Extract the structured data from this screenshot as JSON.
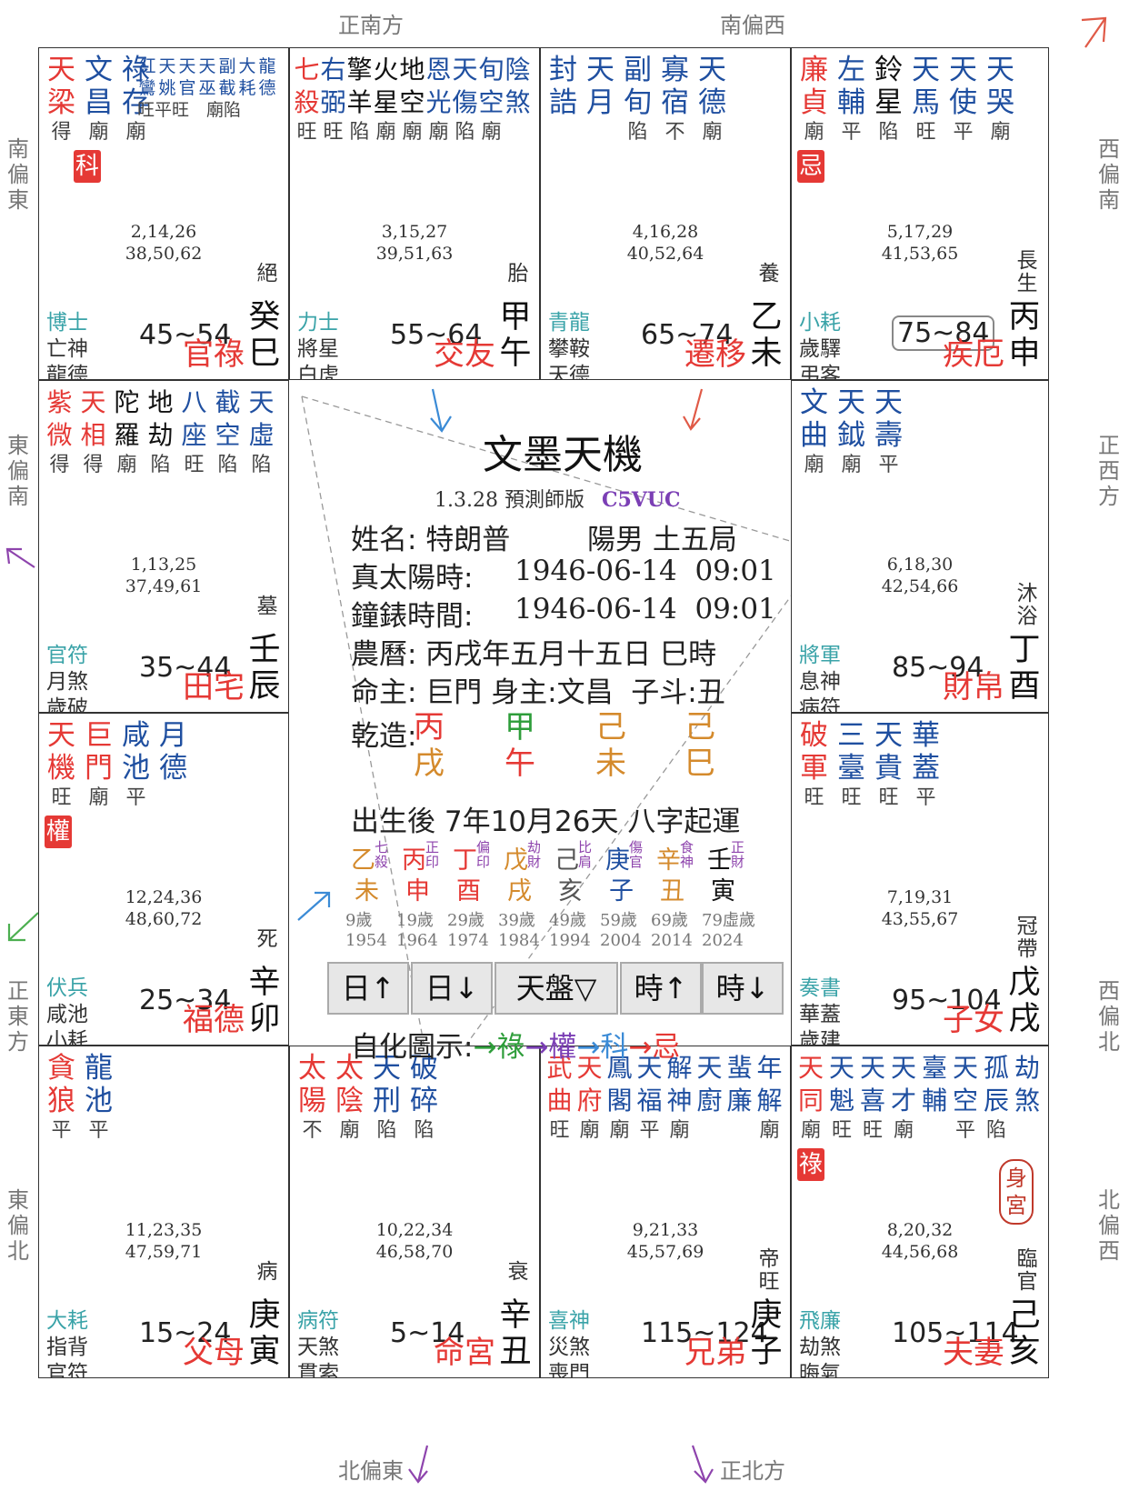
{
  "directions": {
    "top_left": "正南方",
    "top_right": "南偏西",
    "bottom_left": "北偏東",
    "bottom_right": "正北方",
    "left_1": "南偏東",
    "left_2": "東偏南",
    "left_3": "正東方",
    "left_4": "東偏北",
    "right_1": "西偏南",
    "right_2": "正西方",
    "right_3": "西偏北",
    "right_4": "北偏西"
  },
  "palaces": [
    {
      "stars": [
        {
          "c": "天梁",
          "col": "#e53935"
        },
        {
          "c": "文昌",
          "col": "#1f4fa0"
        },
        {
          "c": "祿存",
          "col": "#1f4fa0"
        }
      ],
      "small": [
        "紅鸞",
        "天姚",
        "天官",
        "天巫",
        "副截",
        "大耗",
        "龍德"
      ],
      "small_b": "旺平旺　廟陷",
      "bright": [
        "得",
        "廟",
        "廟"
      ],
      "hua": "科",
      "nums1": "2,14,26",
      "nums2": "38,50,62",
      "gods": [
        "博士",
        "亡神",
        "龍德"
      ],
      "range": "45~54",
      "name": "官祿",
      "gz1": "癸",
      "gz2": "巳",
      "stage": "絕"
    },
    {
      "stars": [
        {
          "c": "七殺",
          "col": "#e53935"
        },
        {
          "c": "右弼",
          "col": "#1f4fa0"
        },
        {
          "c": "擎羊",
          "col": "#111"
        },
        {
          "c": "火星",
          "col": "#111"
        },
        {
          "c": "地空",
          "col": "#111"
        },
        {
          "c": "恩光",
          "col": "#1f4fa0"
        },
        {
          "c": "天傷",
          "col": "#1f4fa0"
        },
        {
          "c": "旬空",
          "col": "#1f4fa0"
        },
        {
          "c": "陰煞",
          "col": "#1f4fa0"
        }
      ],
      "bright": [
        "旺",
        "旺",
        "陷",
        "廟",
        "廟",
        "廟",
        "陷",
        "廟"
      ],
      "nums1": "3,15,27",
      "nums2": "39,51,63",
      "gods": [
        "力士",
        "將星",
        "白虎"
      ],
      "range": "55~64",
      "name": "交友",
      "gz1": "甲",
      "gz2": "午",
      "stage": "胎"
    },
    {
      "stars": [
        {
          "c": "封誥",
          "col": "#1f4fa0"
        },
        {
          "c": "天月",
          "col": "#1f4fa0"
        },
        {
          "c": "副旬",
          "col": "#1f4fa0"
        },
        {
          "c": "寡宿",
          "col": "#1f4fa0"
        },
        {
          "c": "天德",
          "col": "#1f4fa0"
        }
      ],
      "bright": [
        "",
        "",
        "陷",
        "不",
        "廟"
      ],
      "nums1": "4,16,28",
      "nums2": "40,52,64",
      "gods": [
        "青龍",
        "攀鞍",
        "天德"
      ],
      "range": "65~74",
      "name": "遷移",
      "gz1": "乙",
      "gz2": "未",
      "stage": "養"
    },
    {
      "stars": [
        {
          "c": "廉貞",
          "col": "#e53935"
        },
        {
          "c": "左輔",
          "col": "#1f4fa0"
        },
        {
          "c": "鈴星",
          "col": "#111"
        },
        {
          "c": "天馬",
          "col": "#1f4fa0"
        },
        {
          "c": "天使",
          "col": "#1f4fa0"
        },
        {
          "c": "天哭",
          "col": "#1f4fa0"
        }
      ],
      "bright": [
        "廟",
        "平",
        "陷",
        "旺",
        "平",
        "廟"
      ],
      "hua": "忌",
      "nums1": "5,17,29",
      "nums2": "41,53,65",
      "gods": [
        "小耗",
        "歲驛",
        "弔客"
      ],
      "range": "75~84",
      "name": "疾厄",
      "gz1": "丙",
      "gz2": "申",
      "stage": "長生"
    },
    {
      "stars": [
        {
          "c": "紫微",
          "col": "#e53935"
        },
        {
          "c": "天相",
          "col": "#e53935"
        },
        {
          "c": "陀羅",
          "col": "#111"
        },
        {
          "c": "地劫",
          "col": "#111"
        },
        {
          "c": "八座",
          "col": "#1f4fa0"
        },
        {
          "c": "截空",
          "col": "#1f4fa0"
        },
        {
          "c": "天虛",
          "col": "#1f4fa0"
        }
      ],
      "bright": [
        "得",
        "得",
        "廟",
        "陷",
        "旺",
        "陷",
        "陷"
      ],
      "nums1": "1,13,25",
      "nums2": "37,49,61",
      "gods": [
        "官符",
        "月煞",
        "歲破"
      ],
      "range": "35~44",
      "name": "田宅",
      "gz1": "壬",
      "gz2": "辰",
      "stage": "墓"
    },
    {
      "stars": [
        {
          "c": "文曲",
          "col": "#1f4fa0"
        },
        {
          "c": "天鉞",
          "col": "#1f4fa0"
        },
        {
          "c": "天壽",
          "col": "#1f4fa0"
        }
      ],
      "bright": [
        "廟",
        "廟",
        "平"
      ],
      "nums1": "6,18,30",
      "nums2": "42,54,66",
      "gods": [
        "將軍",
        "息神",
        "病符"
      ],
      "range": "85~94",
      "name": "財帛",
      "gz1": "丁",
      "gz2": "酉",
      "stage": "沐浴"
    },
    {
      "stars": [
        {
          "c": "天機",
          "col": "#e53935"
        },
        {
          "c": "巨門",
          "col": "#e53935"
        },
        {
          "c": "咸池",
          "col": "#1f4fa0"
        },
        {
          "c": "月德",
          "col": "#1f4fa0"
        }
      ],
      "bright": [
        "旺",
        "廟",
        "平"
      ],
      "hua": "權",
      "nums1": "12,24,36",
      "nums2": "48,60,72",
      "gods": [
        "伏兵",
        "咸池",
        "小耗"
      ],
      "range": "25~34",
      "name": "福德",
      "gz1": "辛",
      "gz2": "卯",
      "stage": "死"
    },
    {
      "stars": [
        {
          "c": "破軍",
          "col": "#e53935"
        },
        {
          "c": "三臺",
          "col": "#1f4fa0"
        },
        {
          "c": "天貴",
          "col": "#1f4fa0"
        },
        {
          "c": "華蓋",
          "col": "#1f4fa0"
        }
      ],
      "bright": [
        "旺",
        "旺",
        "旺",
        "平"
      ],
      "nums1": "7,19,31",
      "nums2": "43,55,67",
      "gods": [
        "奏書",
        "華蓋",
        "歲建"
      ],
      "range": "95~104",
      "name": "子女",
      "gz1": "戊",
      "gz2": "戌",
      "stage": "冠帶"
    },
    {
      "stars": [
        {
          "c": "貪狼",
          "col": "#e53935"
        },
        {
          "c": "龍池",
          "col": "#1f4fa0"
        }
      ],
      "bright": [
        "平",
        "平"
      ],
      "nums1": "11,23,35",
      "nums2": "47,59,71",
      "gods": [
        "大耗",
        "指背",
        "官符"
      ],
      "range": "15~24",
      "name": "父母",
      "gz1": "庚",
      "gz2": "寅",
      "stage": "病"
    },
    {
      "stars": [
        {
          "c": "太陽",
          "col": "#e53935"
        },
        {
          "c": "太陰",
          "col": "#e53935"
        },
        {
          "c": "天刑",
          "col": "#1f4fa0"
        },
        {
          "c": "破碎",
          "col": "#1f4fa0"
        }
      ],
      "bright": [
        "不",
        "廟",
        "陷",
        "陷"
      ],
      "nums1": "10,22,34",
      "nums2": "46,58,70",
      "gods": [
        "病符",
        "天煞",
        "貫索"
      ],
      "range": "5~14",
      "name": "命宮",
      "gz1": "辛",
      "gz2": "丑",
      "stage": "衰"
    },
    {
      "stars": [
        {
          "c": "武曲",
          "col": "#e53935"
        },
        {
          "c": "天府",
          "col": "#e53935"
        },
        {
          "c": "鳳閣",
          "col": "#1f4fa0"
        },
        {
          "c": "天福",
          "col": "#1f4fa0"
        },
        {
          "c": "解神",
          "col": "#1f4fa0"
        },
        {
          "c": "天廚",
          "col": "#1f4fa0"
        },
        {
          "c": "蜚廉",
          "col": "#1f4fa0"
        },
        {
          "c": "年解",
          "col": "#1f4fa0"
        }
      ],
      "bright": [
        "旺",
        "廟",
        "廟",
        "平",
        "廟",
        "",
        "",
        "廟"
      ],
      "nums1": "9,21,33",
      "nums2": "45,57,69",
      "gods": [
        "喜神",
        "災煞",
        "喪門"
      ],
      "range": "115~124",
      "name": "兄弟",
      "gz1": "庚",
      "gz2": "子",
      "stage": "帝旺"
    },
    {
      "stars": [
        {
          "c": "天同",
          "col": "#e53935"
        },
        {
          "c": "天魁",
          "col": "#1f4fa0"
        },
        {
          "c": "天喜",
          "col": "#1f4fa0"
        },
        {
          "c": "天才",
          "col": "#1f4fa0"
        },
        {
          "c": "臺輔",
          "col": "#1f4fa0"
        },
        {
          "c": "天空",
          "col": "#1f4fa0"
        },
        {
          "c": "孤辰",
          "col": "#1f4fa0"
        },
        {
          "c": "劫煞",
          "col": "#1f4fa0"
        }
      ],
      "bright": [
        "廟",
        "旺",
        "旺",
        "廟",
        "",
        "平",
        "陷",
        ""
      ],
      "hua": "祿",
      "body_palace": "身宮",
      "nums1": "8,20,32",
      "nums2": "44,56,68",
      "gods": [
        "飛廉",
        "劫煞",
        "晦氣"
      ],
      "range": "105~114",
      "name": "夫妻",
      "gz1": "己",
      "gz2": "亥",
      "stage": "臨官"
    }
  ],
  "center": {
    "title": "文墨天機",
    "version": "1.3.28 預測師版",
    "code": "C5VUC",
    "l1a": "姓名: 特朗普",
    "l1b": "陽男 土五局",
    "l2a": "真太陽時:",
    "l2b": "1946-06-14  09:01",
    "l3a": "鐘錶時間:",
    "l3b": "1946-06-14  09:01",
    "l4": "農曆: 丙戌年五月十五日 巳時",
    "l5": "命主: 巨門 身主:文昌  子斗:丑",
    "qz": "乾造:",
    "bazi": [
      [
        "丙",
        "戌"
      ],
      [
        "甲",
        "午"
      ],
      [
        "己",
        "未"
      ],
      [
        "己",
        "巳"
      ]
    ],
    "qiyun": "出生後 7年10月26天 八字起運",
    "dayun": [
      {
        "s": "乙",
        "b": "未",
        "g": "七殺",
        "a": "9歲",
        "y": "1954"
      },
      {
        "s": "丙",
        "b": "申",
        "g": "正印",
        "a": "19歲",
        "y": "1964"
      },
      {
        "s": "丁",
        "b": "酉",
        "g": "偏印",
        "a": "29歲",
        "y": "1974"
      },
      {
        "s": "戊",
        "b": "戌",
        "g": "劫財",
        "a": "39歲",
        "y": "1984"
      },
      {
        "s": "己",
        "b": "亥",
        "g": "比肩",
        "a": "49歲",
        "y": "1994"
      },
      {
        "s": "庚",
        "b": "子",
        "g": "傷官",
        "a": "59歲",
        "y": "2004"
      },
      {
        "s": "辛",
        "b": "丑",
        "g": "食神",
        "a": "69歲",
        "y": "2014"
      },
      {
        "s": "壬",
        "b": "寅",
        "g": "正財",
        "a": "79虛歲",
        "y": "2024"
      }
    ],
    "buttons": [
      "日↑",
      "日↓",
      "天盤▽",
      "時↑",
      "時↓"
    ],
    "legend_label": "自化圖示:",
    "legend": [
      "→祿",
      "→權",
      "→科",
      "→忌"
    ]
  }
}
